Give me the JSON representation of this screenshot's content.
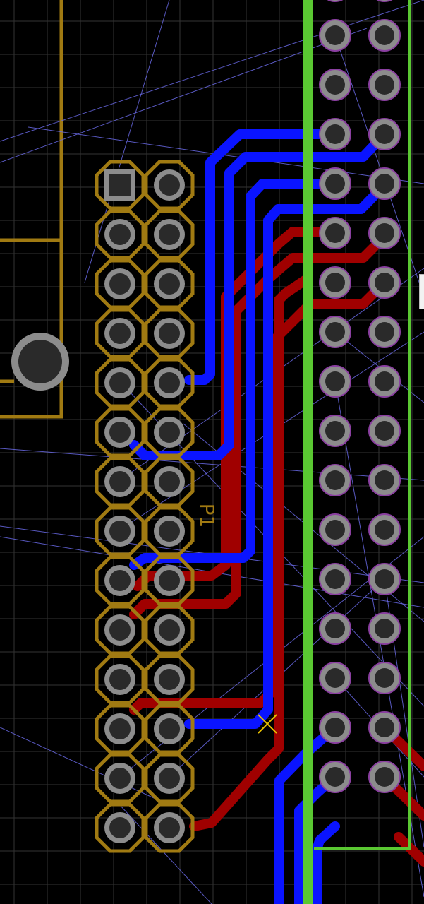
{
  "component": {
    "designator": "P1"
  },
  "colors": {
    "background": "#000000",
    "grid": "#333333",
    "silkscreen": "#a07a12",
    "bottom_copper": "#0a14ff",
    "top_copper": "#a00000",
    "board_outline": "#5ac832",
    "ratsnest": "#6e6ef0",
    "pad": "#8c8c8c",
    "drill": "#2a2a2a",
    "via_marker": "#e8c000"
  },
  "header": {
    "rows": 14,
    "cols": 2,
    "first_pad_shape": "square"
  },
  "right_connector": {
    "rows": 17,
    "cols": 2
  },
  "icons": {
    "via_marker": "x-marker-icon",
    "mount_hole": "mounting-hole-icon"
  }
}
